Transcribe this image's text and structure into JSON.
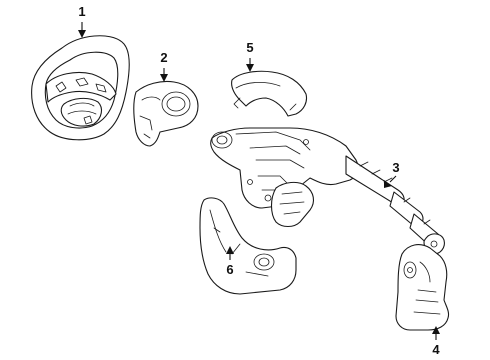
{
  "callouts": [
    {
      "id": "1",
      "label": "1",
      "part": "steering-wheel"
    },
    {
      "id": "2",
      "label": "2",
      "part": "steering-wheel-trim-cover"
    },
    {
      "id": "3",
      "label": "3",
      "part": "steering-column-assembly"
    },
    {
      "id": "4",
      "label": "4",
      "part": "intermediate-shaft-boot"
    },
    {
      "id": "5",
      "label": "5",
      "part": "upper-column-shroud"
    },
    {
      "id": "6",
      "label": "6",
      "part": "lower-column-shroud"
    }
  ],
  "colors": {
    "line": "#1a1a1a",
    "background": "#ffffff"
  }
}
